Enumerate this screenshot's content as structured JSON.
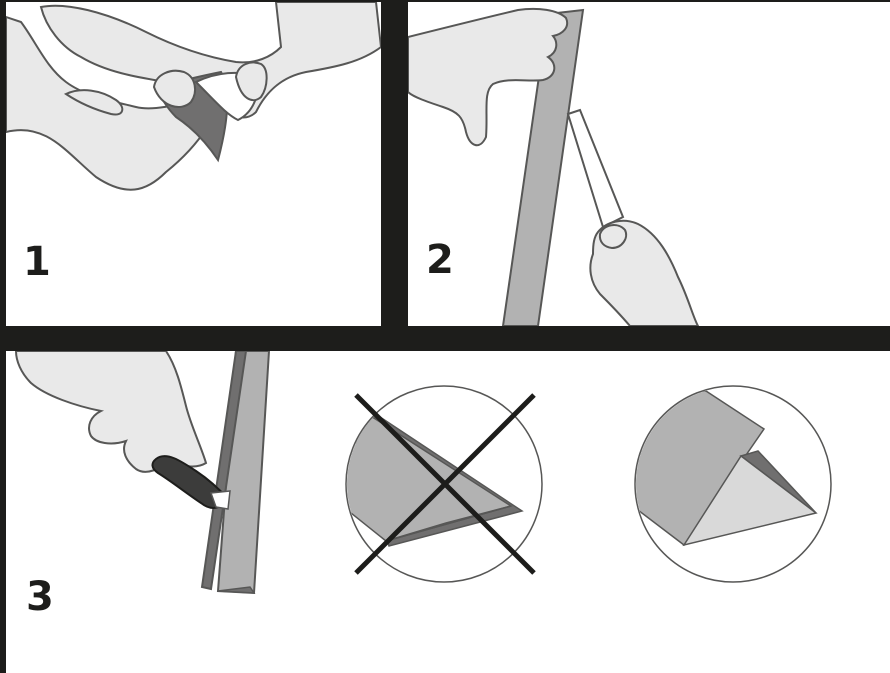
{
  "steps": [
    {
      "number": "1"
    },
    {
      "number": "2"
    },
    {
      "number": "3"
    }
  ],
  "colors": {
    "frame": "#1d1d1b",
    "skin": "#e9e9e9",
    "outline": "#575756",
    "tape_mid": "#b2b2b2",
    "tape_dark": "#706f6f",
    "tape_light": "#d9d9d9"
  }
}
